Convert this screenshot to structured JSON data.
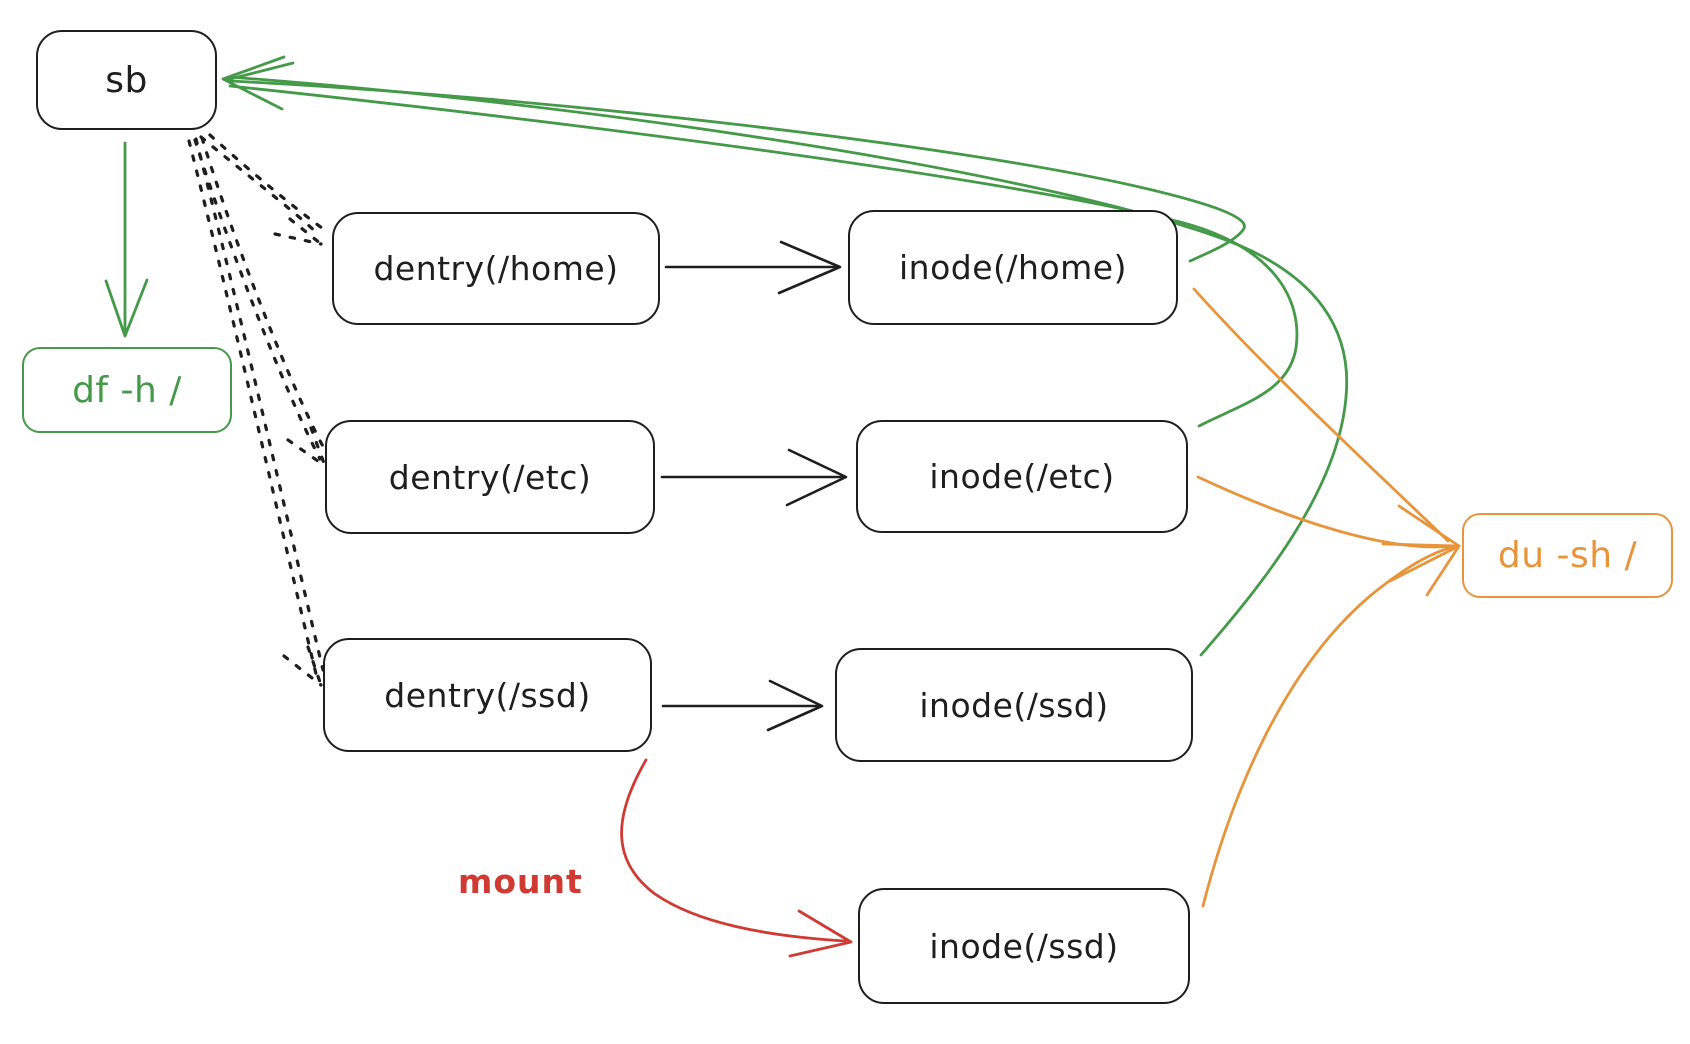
{
  "diagram": {
    "background": "#ffffff",
    "colors": {
      "ink": "#1e1e1e",
      "green": "#449a48",
      "orange": "#e8943a",
      "red": "#d03a32"
    },
    "nodes": {
      "sb": {
        "label": "sb",
        "border_color": "ink"
      },
      "df": {
        "label": "df -h /",
        "border_color": "green"
      },
      "dentry_home": {
        "label": "dentry(/home)",
        "border_color": "ink"
      },
      "dentry_etc": {
        "label": "dentry(/etc)",
        "border_color": "ink"
      },
      "dentry_ssd": {
        "label": "dentry(/ssd)",
        "border_color": "ink"
      },
      "inode_home": {
        "label": "inode(/home)",
        "border_color": "ink"
      },
      "inode_etc": {
        "label": "inode(/etc)",
        "border_color": "ink"
      },
      "inode_ssd_mid": {
        "label": "inode(/ssd)",
        "border_color": "ink"
      },
      "inode_ssd_bottom": {
        "label": "inode(/ssd)",
        "border_color": "ink"
      },
      "du": {
        "label": "du -sh /",
        "border_color": "orange"
      }
    },
    "edges": [
      {
        "from": "sb",
        "to": "df",
        "color": "green",
        "line": "solid",
        "label": ""
      },
      {
        "from": "sb",
        "to": "dentry_home",
        "color": "ink",
        "line": "dotted",
        "label": ""
      },
      {
        "from": "sb",
        "to": "dentry_etc",
        "color": "ink",
        "line": "dotted",
        "label": ""
      },
      {
        "from": "sb",
        "to": "dentry_ssd",
        "color": "ink",
        "line": "dotted",
        "label": ""
      },
      {
        "from": "dentry_home",
        "to": "inode_home",
        "color": "ink",
        "line": "solid",
        "label": ""
      },
      {
        "from": "dentry_etc",
        "to": "inode_etc",
        "color": "ink",
        "line": "solid",
        "label": ""
      },
      {
        "from": "dentry_ssd",
        "to": "inode_ssd_mid",
        "color": "ink",
        "line": "solid",
        "label": ""
      },
      {
        "from": "dentry_ssd",
        "to": "inode_ssd_bottom",
        "color": "red",
        "line": "solid",
        "label": "mount"
      },
      {
        "from": "inode_home",
        "to": "sb",
        "color": "green",
        "line": "solid",
        "label": ""
      },
      {
        "from": "inode_etc",
        "to": "sb",
        "color": "green",
        "line": "solid",
        "label": ""
      },
      {
        "from": "inode_ssd_mid",
        "to": "sb",
        "color": "green",
        "line": "solid",
        "label": ""
      },
      {
        "from": "inode_home",
        "to": "du",
        "color": "orange",
        "line": "solid",
        "label": ""
      },
      {
        "from": "inode_etc",
        "to": "du",
        "color": "orange",
        "line": "solid",
        "label": ""
      },
      {
        "from": "inode_ssd_bottom",
        "to": "du",
        "color": "orange",
        "line": "solid",
        "label": ""
      }
    ],
    "edge_labels": {
      "mount": "mount"
    }
  }
}
